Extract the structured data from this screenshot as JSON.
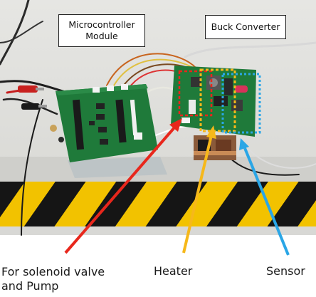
{
  "labels": {
    "microcontroller_line1": "Microcontroller",
    "microcontroller_line2": "Module",
    "buck_converter": "Buck Converter"
  },
  "captions": {
    "solenoid_line1": "For solenoid valve",
    "solenoid_line2": "and Pump",
    "heater": "Heater",
    "sensor": "Sensor"
  },
  "colors": {
    "arrow_solenoid": "#e8271c",
    "arrow_heater": "#f6b81a",
    "arrow_sensor": "#2aa6e6",
    "box_heater_region": "#e8271c",
    "box_buck_region": "#f6b81a",
    "box_sensor_region": "#2aa6e6",
    "hazard_yellow": "#f2c200",
    "hazard_black": "#151515",
    "pcb_green": "#1f7a3a"
  }
}
